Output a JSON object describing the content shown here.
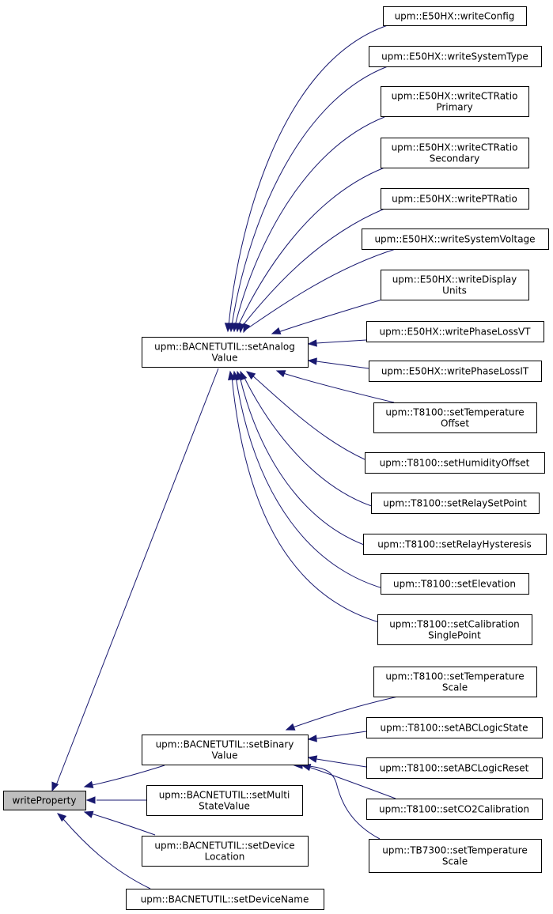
{
  "graph": {
    "nodes": [
      {
        "id": "writeProperty",
        "lines": [
          "writeProperty"
        ],
        "root": true
      },
      {
        "id": "setAnalogValue",
        "lines": [
          "upm::BACNETUTIL::setAnalog",
          "Value"
        ]
      },
      {
        "id": "setBinaryValue",
        "lines": [
          "upm::BACNETUTIL::setBinary",
          "Value"
        ]
      },
      {
        "id": "setMultiStateValue",
        "lines": [
          "upm::BACNETUTIL::setMulti",
          "StateValue"
        ]
      },
      {
        "id": "setDeviceLocation",
        "lines": [
          "upm::BACNETUTIL::setDevice",
          "Location"
        ]
      },
      {
        "id": "setDeviceName",
        "lines": [
          "upm::BACNETUTIL::setDeviceName"
        ]
      },
      {
        "id": "e50_writeConfig",
        "lines": [
          "upm::E50HX::writeConfig"
        ]
      },
      {
        "id": "e50_writeSystemType",
        "lines": [
          "upm::E50HX::writeSystemType"
        ]
      },
      {
        "id": "e50_writeCTRatioPrimary",
        "lines": [
          "upm::E50HX::writeCTRatio",
          "Primary"
        ]
      },
      {
        "id": "e50_writeCTRatioSecondary",
        "lines": [
          "upm::E50HX::writeCTRatio",
          "Secondary"
        ]
      },
      {
        "id": "e50_writePTRatio",
        "lines": [
          "upm::E50HX::writePTRatio"
        ]
      },
      {
        "id": "e50_writeSystemVoltage",
        "lines": [
          "upm::E50HX::writeSystemVoltage"
        ]
      },
      {
        "id": "e50_writeDisplayUnits",
        "lines": [
          "upm::E50HX::writeDisplay",
          "Units"
        ]
      },
      {
        "id": "e50_writePhaseLossVT",
        "lines": [
          "upm::E50HX::writePhaseLossVT"
        ]
      },
      {
        "id": "e50_writePhaseLossIT",
        "lines": [
          "upm::E50HX::writePhaseLossIT"
        ]
      },
      {
        "id": "t81_setTemperatureOffset",
        "lines": [
          "upm::T8100::setTemperature",
          "Offset"
        ]
      },
      {
        "id": "t81_setHumidityOffset",
        "lines": [
          "upm::T8100::setHumidityOffset"
        ]
      },
      {
        "id": "t81_setRelaySetPoint",
        "lines": [
          "upm::T8100::setRelaySetPoint"
        ]
      },
      {
        "id": "t81_setRelayHysteresis",
        "lines": [
          "upm::T8100::setRelayHysteresis"
        ]
      },
      {
        "id": "t81_setElevation",
        "lines": [
          "upm::T8100::setElevation"
        ]
      },
      {
        "id": "t81_setCalibrationSinglePoint",
        "lines": [
          "upm::T8100::setCalibration",
          "SinglePoint"
        ]
      },
      {
        "id": "t81_setTemperatureScale",
        "lines": [
          "upm::T8100::setTemperature",
          "Scale"
        ]
      },
      {
        "id": "t81_setABCLogicState",
        "lines": [
          "upm::T8100::setABCLogicState"
        ]
      },
      {
        "id": "t81_setABCLogicReset",
        "lines": [
          "upm::T8100::setABCLogicReset"
        ]
      },
      {
        "id": "t81_setCO2Calibration",
        "lines": [
          "upm::T8100::setCO2Calibration"
        ]
      },
      {
        "id": "tb73_setTemperatureScale",
        "lines": [
          "upm::TB7300::setTemperature",
          "Scale"
        ]
      }
    ],
    "edges": [
      {
        "from": "setAnalogValue",
        "to": "writeProperty"
      },
      {
        "from": "setBinaryValue",
        "to": "writeProperty"
      },
      {
        "from": "setMultiStateValue",
        "to": "writeProperty"
      },
      {
        "from": "setDeviceLocation",
        "to": "writeProperty"
      },
      {
        "from": "setDeviceName",
        "to": "writeProperty"
      },
      {
        "from": "e50_writeConfig",
        "to": "setAnalogValue"
      },
      {
        "from": "e50_writeSystemType",
        "to": "setAnalogValue"
      },
      {
        "from": "e50_writeCTRatioPrimary",
        "to": "setAnalogValue"
      },
      {
        "from": "e50_writeCTRatioSecondary",
        "to": "setAnalogValue"
      },
      {
        "from": "e50_writePTRatio",
        "to": "setAnalogValue"
      },
      {
        "from": "e50_writeSystemVoltage",
        "to": "setAnalogValue"
      },
      {
        "from": "e50_writeDisplayUnits",
        "to": "setAnalogValue"
      },
      {
        "from": "e50_writePhaseLossVT",
        "to": "setAnalogValue"
      },
      {
        "from": "e50_writePhaseLossIT",
        "to": "setAnalogValue"
      },
      {
        "from": "t81_setTemperatureOffset",
        "to": "setAnalogValue"
      },
      {
        "from": "t81_setHumidityOffset",
        "to": "setAnalogValue"
      },
      {
        "from": "t81_setRelaySetPoint",
        "to": "setAnalogValue"
      },
      {
        "from": "t81_setRelayHysteresis",
        "to": "setAnalogValue"
      },
      {
        "from": "t81_setElevation",
        "to": "setAnalogValue"
      },
      {
        "from": "t81_setCalibrationSinglePoint",
        "to": "setAnalogValue"
      },
      {
        "from": "t81_setTemperatureScale",
        "to": "setBinaryValue"
      },
      {
        "from": "t81_setABCLogicState",
        "to": "setBinaryValue"
      },
      {
        "from": "t81_setABCLogicReset",
        "to": "setBinaryValue"
      },
      {
        "from": "t81_setCO2Calibration",
        "to": "setBinaryValue"
      },
      {
        "from": "tb73_setTemperatureScale",
        "to": "setBinaryValue"
      }
    ]
  },
  "colors": {
    "edge": "#191970",
    "node_border": "#000000",
    "node_fill": "#ffffff",
    "root_fill": "#bfbfbf"
  }
}
